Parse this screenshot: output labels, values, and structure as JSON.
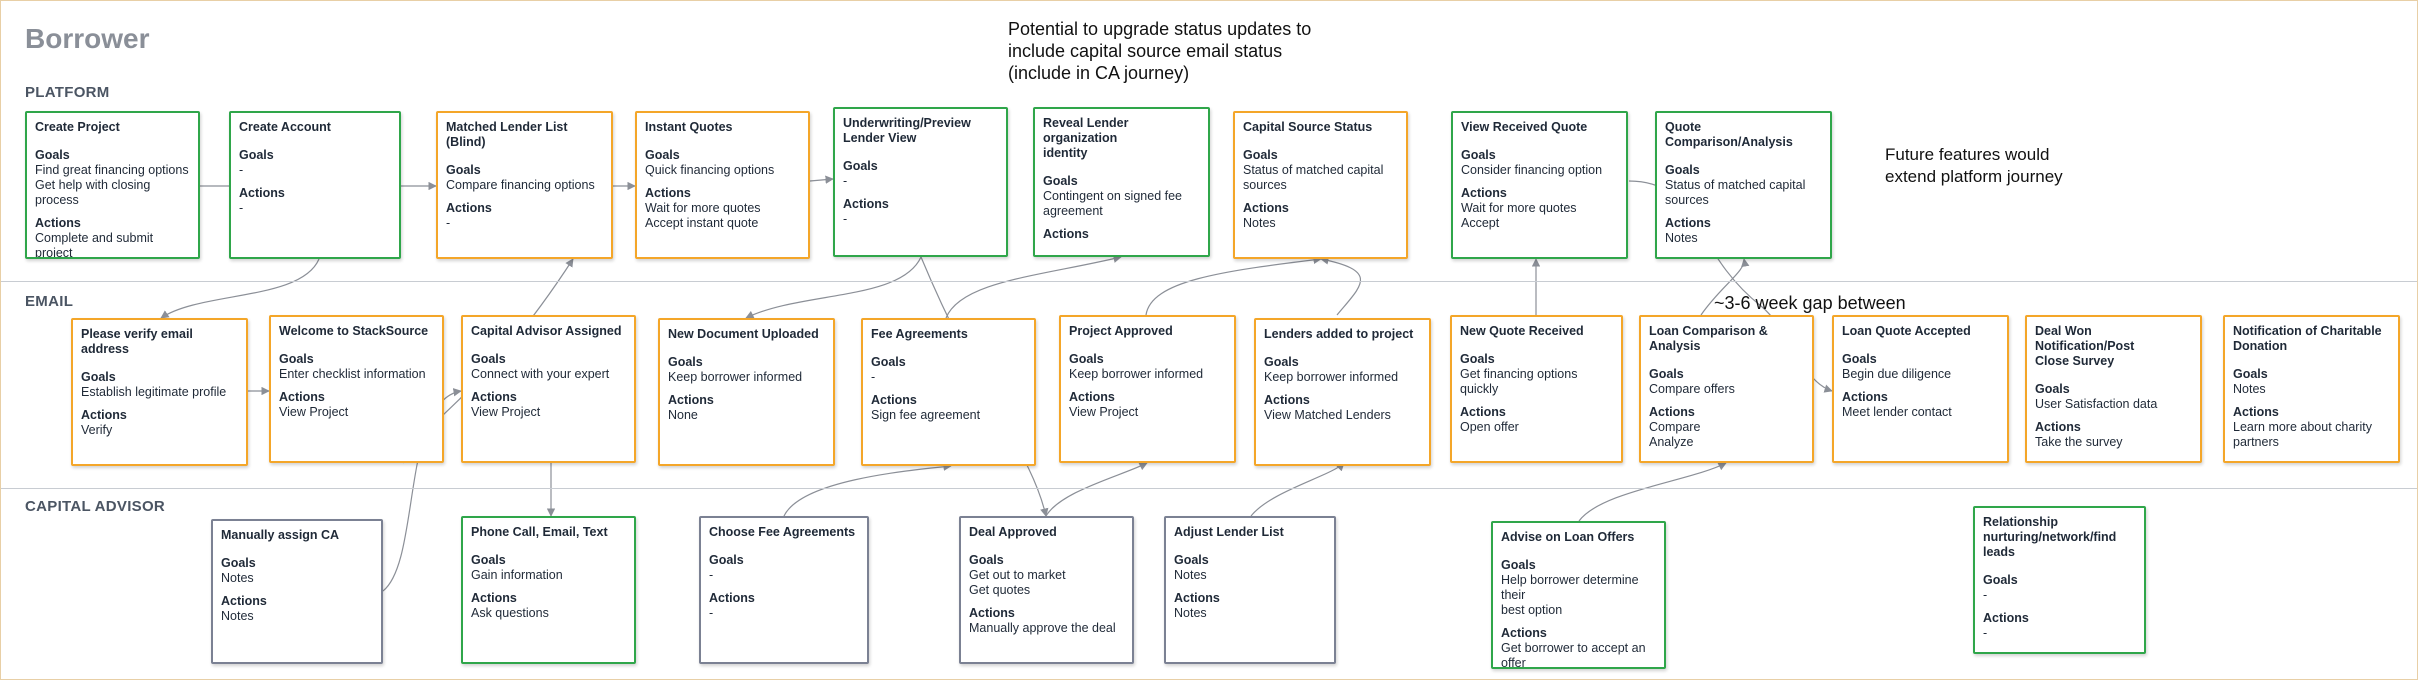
{
  "title": "Borrower",
  "lanes": {
    "platform": "PLATFORM",
    "email": "EMAIL",
    "capital_advisor": "CAPITAL ADVISOR"
  },
  "notes": {
    "status_upgrade": [
      "Potential to upgrade status updates to",
      "include capital source email status",
      "(include in CA journey)"
    ],
    "future_features": [
      "Future features would",
      "extend platform journey"
    ],
    "gap": "~3-6 week gap between"
  },
  "labels": {
    "goals": "Goals",
    "actions": "Actions"
  },
  "colors": {
    "green": "#2fa64a",
    "orange": "#f4a629",
    "gray": "#7b8193"
  },
  "cards": [
    {
      "key": "create-project",
      "lane": "platform",
      "color": "green",
      "title": [
        "Create Project"
      ],
      "goals": [
        "Find great financing options",
        "Get help with closing process"
      ],
      "actions": [
        "Complete and submit project"
      ]
    },
    {
      "key": "create-account",
      "lane": "platform",
      "color": "green",
      "title": [
        "Create Account"
      ],
      "goals": [
        "-"
      ],
      "actions": [
        "-"
      ]
    },
    {
      "key": "matched-lender-list",
      "lane": "platform",
      "color": "orange",
      "title": [
        "Matched Lender List (Blind)"
      ],
      "goals": [
        "Compare financing options"
      ],
      "actions": [
        "-"
      ]
    },
    {
      "key": "instant-quotes",
      "lane": "platform",
      "color": "orange",
      "title": [
        "Instant Quotes"
      ],
      "goals": [
        "Quick financing options"
      ],
      "actions": [
        "Wait for more quotes",
        "Accept instant quote"
      ]
    },
    {
      "key": "underwriting-preview",
      "lane": "platform",
      "color": "green",
      "title": [
        "Underwriting/Preview",
        "Lender View"
      ],
      "goals": [
        "-"
      ],
      "actions": [
        "-"
      ]
    },
    {
      "key": "reveal-lender",
      "lane": "platform",
      "color": "green",
      "title": [
        "Reveal Lender organization",
        "identity"
      ],
      "goals": [
        "Contingent on signed fee",
        "agreement"
      ],
      "actions": []
    },
    {
      "key": "capital-source-status",
      "lane": "platform",
      "color": "orange",
      "title": [
        "Capital Source Status"
      ],
      "goals": [
        "Status of matched capital",
        "sources"
      ],
      "actions": [
        "Notes"
      ]
    },
    {
      "key": "view-received-quote",
      "lane": "platform",
      "color": "green",
      "title": [
        "View Received Quote"
      ],
      "goals": [
        "Consider financing option"
      ],
      "actions": [
        "Wait for more quotes",
        "Accept"
      ]
    },
    {
      "key": "quote-comparison",
      "lane": "platform",
      "color": "green",
      "title": [
        "Quote Comparison/Analysis"
      ],
      "goals": [
        "Status of matched capital",
        "sources"
      ],
      "actions": [
        "Notes"
      ]
    },
    {
      "key": "verify-email",
      "lane": "email",
      "color": "orange",
      "title": [
        "Please verify email address"
      ],
      "goals": [
        "Establish legitimate profile"
      ],
      "actions": [
        "Verify"
      ]
    },
    {
      "key": "welcome",
      "lane": "email",
      "color": "orange",
      "title": [
        "Welcome to StackSource"
      ],
      "goals": [
        "Enter checklist information"
      ],
      "actions": [
        "View Project"
      ]
    },
    {
      "key": "ca-assigned",
      "lane": "email",
      "color": "orange",
      "title": [
        "Capital Advisor Assigned"
      ],
      "goals": [
        "Connect with your expert"
      ],
      "actions": [
        "View Project"
      ]
    },
    {
      "key": "new-document",
      "lane": "email",
      "color": "orange",
      "title": [
        "New Document Uploaded"
      ],
      "goals": [
        "Keep borrower informed"
      ],
      "actions": [
        "None"
      ]
    },
    {
      "key": "fee-agreements",
      "lane": "email",
      "color": "orange",
      "title": [
        "Fee Agreements"
      ],
      "goals": [
        "-"
      ],
      "actions": [
        "Sign fee agreement"
      ]
    },
    {
      "key": "project-approved",
      "lane": "email",
      "color": "orange",
      "title": [
        "Project Approved"
      ],
      "goals": [
        "Keep borrower informed"
      ],
      "actions": [
        "View Project"
      ]
    },
    {
      "key": "lenders-added",
      "lane": "email",
      "color": "orange",
      "title": [
        "Lenders added to project"
      ],
      "goals": [
        "Keep borrower informed"
      ],
      "actions": [
        "View Matched Lenders"
      ]
    },
    {
      "key": "new-quote",
      "lane": "email",
      "color": "orange",
      "title": [
        "New Quote Received"
      ],
      "goals": [
        "Get financing options quickly"
      ],
      "actions": [
        "Open offer"
      ]
    },
    {
      "key": "loan-comparison",
      "lane": "email",
      "color": "orange",
      "title": [
        "Loan Comparison & Analysis"
      ],
      "goals": [
        "Compare offers"
      ],
      "actions": [
        "Compare",
        "Analyze"
      ]
    },
    {
      "key": "loan-quote-accepted",
      "lane": "email",
      "color": "orange",
      "title": [
        "Loan Quote Accepted"
      ],
      "goals": [
        "Begin due diligence"
      ],
      "actions": [
        "Meet lender contact"
      ]
    },
    {
      "key": "deal-won",
      "lane": "email",
      "color": "orange",
      "title": [
        "Deal Won Notification/Post",
        "Close Survey"
      ],
      "goals": [
        "User Satisfaction data"
      ],
      "actions": [
        "Take the survey"
      ]
    },
    {
      "key": "charitable-donation",
      "lane": "email",
      "color": "orange",
      "title": [
        "Notification of Charitable",
        "Donation"
      ],
      "goals": [
        "Notes"
      ],
      "actions": [
        "Learn more about charity",
        "partners"
      ]
    },
    {
      "key": "manually-assign-ca",
      "lane": "capital_advisor",
      "color": "gray",
      "title": [
        "Manually assign CA"
      ],
      "goals": [
        "Notes"
      ],
      "actions": [
        "Notes"
      ]
    },
    {
      "key": "phone-call",
      "lane": "capital_advisor",
      "color": "green",
      "title": [
        "Phone Call, Email, Text"
      ],
      "goals": [
        "Gain information"
      ],
      "actions": [
        "Ask questions"
      ]
    },
    {
      "key": "choose-fee-agreements",
      "lane": "capital_advisor",
      "color": "gray",
      "title": [
        "Choose Fee Agreements"
      ],
      "goals": [
        "-"
      ],
      "actions": [
        "-"
      ]
    },
    {
      "key": "deal-approved",
      "lane": "capital_advisor",
      "color": "gray",
      "title": [
        "Deal Approved"
      ],
      "goals": [
        "Get out to market",
        "Get quotes"
      ],
      "actions": [
        "Manually approve the deal"
      ]
    },
    {
      "key": "adjust-lender-list",
      "lane": "capital_advisor",
      "color": "gray",
      "title": [
        "Adjust Lender List"
      ],
      "goals": [
        "Notes"
      ],
      "actions": [
        "Notes"
      ]
    },
    {
      "key": "advise-loan-offers",
      "lane": "capital_advisor",
      "color": "green",
      "title": [
        "Advise on Loan Offers"
      ],
      "goals": [
        "Help borrower determine their",
        "best option"
      ],
      "actions": [
        "Get borrower to accept an",
        "offer"
      ]
    },
    {
      "key": "relationship-nurturing",
      "lane": "capital_advisor",
      "color": "green",
      "title": [
        "Relationship",
        "nurturing/network/find leads"
      ],
      "goals": [
        "-"
      ],
      "actions": [
        "-"
      ]
    }
  ]
}
